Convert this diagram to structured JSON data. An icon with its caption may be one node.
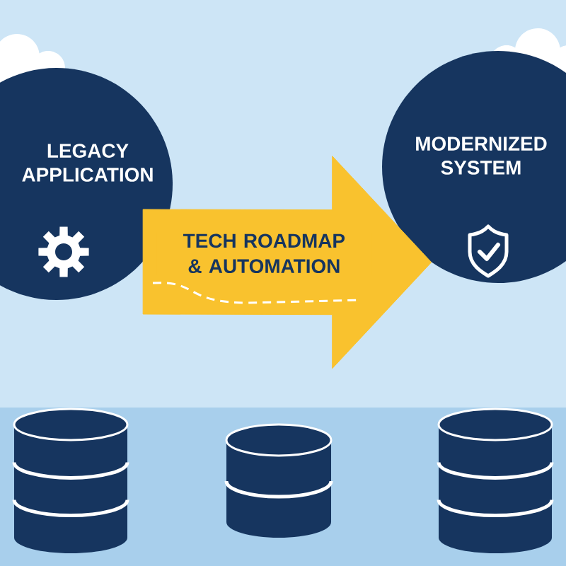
{
  "diagram": {
    "nodes": [
      {
        "text": [
          "LEGACY APPLICATION"
        ]
      },
      {
        "text": [
          "MODERNIZED SYSTEM"
        ]
      },
      {
        "text": [],
        "shape": "cylinder"
      },
      {
        "text": [],
        "shape": "cylinder"
      },
      {
        "text": [],
        "shape": "cylinder"
      }
    ],
    "edges": [
      {
        "from": 0,
        "to": 1,
        "arrow": "to",
        "label": "TECH ROADMAP & AUTOMATION",
        "style": "thick",
        "color": "#f9c22e"
      }
    ]
  }
}
